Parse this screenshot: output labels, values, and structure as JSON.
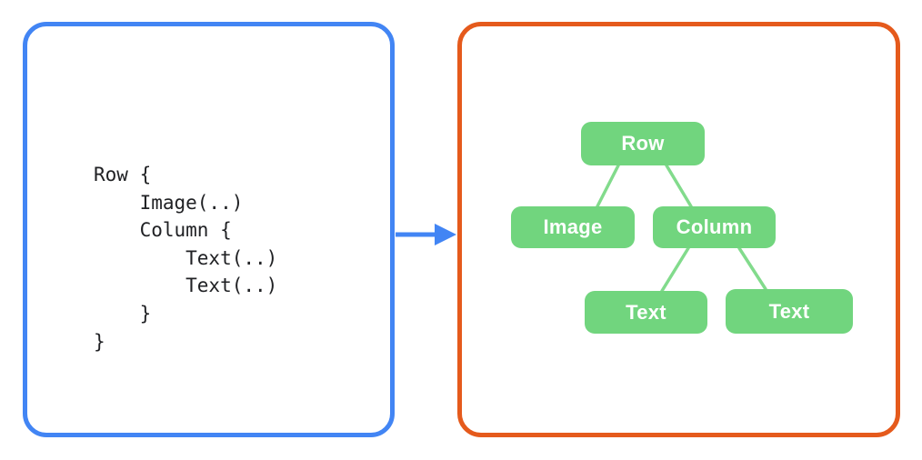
{
  "colors": {
    "background": "#FFFFFF",
    "code_panel_border": "#4285F4",
    "tree_panel_border": "#E55A1C",
    "arrow": "#4285F4",
    "node_fill": "#71D57E",
    "edge_stroke": "#82DB8C",
    "node_label": "#FFFFFF",
    "code_text": "#202124"
  },
  "code": {
    "snippet": "Row {\n    Image(..)\n    Column {\n        Text(..)\n        Text(..)\n    }\n}"
  },
  "tree": {
    "nodes": [
      {
        "id": "row",
        "label": "Row"
      },
      {
        "id": "image",
        "label": "Image"
      },
      {
        "id": "column",
        "label": "Column"
      },
      {
        "id": "text-1",
        "label": "Text"
      },
      {
        "id": "text-2",
        "label": "Text"
      }
    ],
    "edges": [
      {
        "from": "row",
        "to": "image"
      },
      {
        "from": "row",
        "to": "column"
      },
      {
        "from": "column",
        "to": "text-1"
      },
      {
        "from": "column",
        "to": "text-2"
      }
    ]
  }
}
